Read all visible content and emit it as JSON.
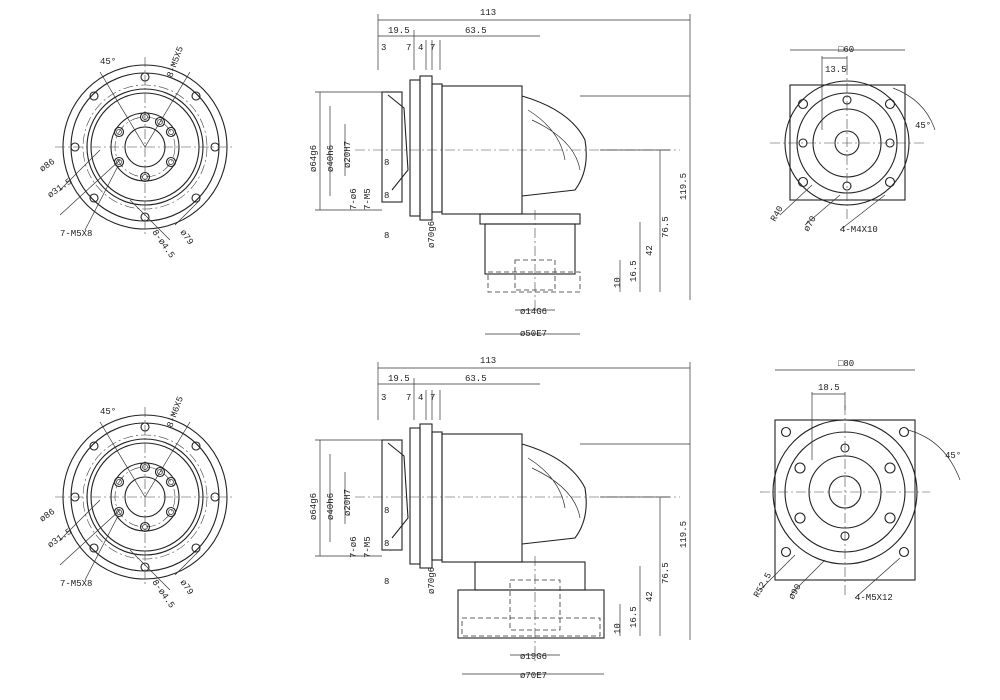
{
  "top": {
    "front": {
      "angle": "45°",
      "thread_top": "8-M5X5",
      "dia_86": "ø86",
      "dia_31_5": "ø31.5",
      "holes": "7-M5X8",
      "holes_b": "8-ø4.5",
      "dia_79": "ø79"
    },
    "side": {
      "overall": "113",
      "d19_5": "19.5",
      "d63_5": "63.5",
      "d3": "3",
      "d7": "7",
      "d4": "4",
      "d7b": "7",
      "dia_64": "ø64g6",
      "dia_40": "ø40h6",
      "dia_20": "ø20H7",
      "d8": "8",
      "d8b": "8",
      "d8c": "8",
      "dia_6": "7-ø6",
      "m5": "7-M5",
      "dia_70": "ø70g6",
      "h119_5": "119.5",
      "h76_5": "76.5",
      "h42": "42",
      "h16_5": "16.5",
      "h10": "10",
      "dia_14": "ø14G6",
      "dia_50": "ø50E7"
    },
    "flange": {
      "square": "□60",
      "d13_5": "13.5",
      "angle": "45°",
      "r40": "R40",
      "dia_70": "ø70",
      "holes": "4-M4X10"
    }
  },
  "bottom": {
    "front": {
      "angle": "45°",
      "thread_top": "8-M6X5",
      "dia_86": "ø86",
      "dia_31_5": "ø31.5",
      "holes": "7-M5X8",
      "holes_b": "8-ø4.5",
      "dia_79": "ø79"
    },
    "side": {
      "overall": "113",
      "d19_5": "19.5",
      "d63_5": "63.5",
      "d3": "3",
      "d7": "7",
      "d4": "4",
      "d7b": "7",
      "dia_64": "ø64g6",
      "dia_40": "ø40h6",
      "dia_20": "ø20H7",
      "d8": "8",
      "d8b": "8",
      "d8c": "8",
      "dia_6": "7-ø6",
      "m5": "7-M5",
      "dia_70": "ø70g6",
      "h119_5": "119.5",
      "h76_5": "76.5",
      "h42": "42",
      "h16_5": "16.5",
      "h10": "10",
      "dia_19": "ø19G6",
      "dia_70b": "ø70E7"
    },
    "flange": {
      "square": "□80",
      "d18_5": "18.5",
      "angle": "45°",
      "r52_5": "R52.5",
      "dia_90": "ø90",
      "holes": "4-M5X12"
    }
  }
}
